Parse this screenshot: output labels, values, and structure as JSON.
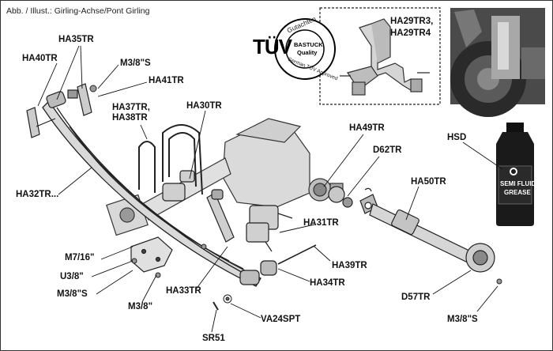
{
  "caption": "Abb. / Illust.: Girling-Achse/Pont Girling",
  "tuv_badge": {
    "mark": "TÜV",
    "ring_top": "Gutachten",
    "center_line1": "BASTUCK",
    "center_line2": "Quality",
    "ring_bottom": "German TÜV Approved"
  },
  "inset_label_line1": "HA29TR3,",
  "inset_label_line2": "HA29TR4",
  "bottle": {
    "label_line1": "SEMI FLUID",
    "label_line2": "GREASE"
  },
  "callouts": {
    "ha40tr": "HA40TR",
    "ha35tr": "HA35TR",
    "m38s_top": "M3/8\"S",
    "ha41tr": "HA41TR",
    "ha37tr_line1": "HA37TR,",
    "ha37tr_line2": "HA38TR",
    "ha30tr": "HA30TR",
    "ha49tr": "HA49TR",
    "d62tr": "D62TR",
    "hsd": "HSD",
    "ha32tr": "HA32TR...",
    "ha50tr": "HA50TR",
    "ha31tr": "HA31TR",
    "ha39tr": "HA39TR",
    "m716": "M7/16\"",
    "u38": "U3/8\"",
    "m38s_left": "M3/8\"S",
    "m38": "M3/8\"",
    "ha33tr": "HA33TR",
    "ha34tr": "HA34TR",
    "d57tr": "D57TR",
    "va24spt": "VA24SPT",
    "sr51": "SR51",
    "m38s_right": "M3/8\"S"
  }
}
